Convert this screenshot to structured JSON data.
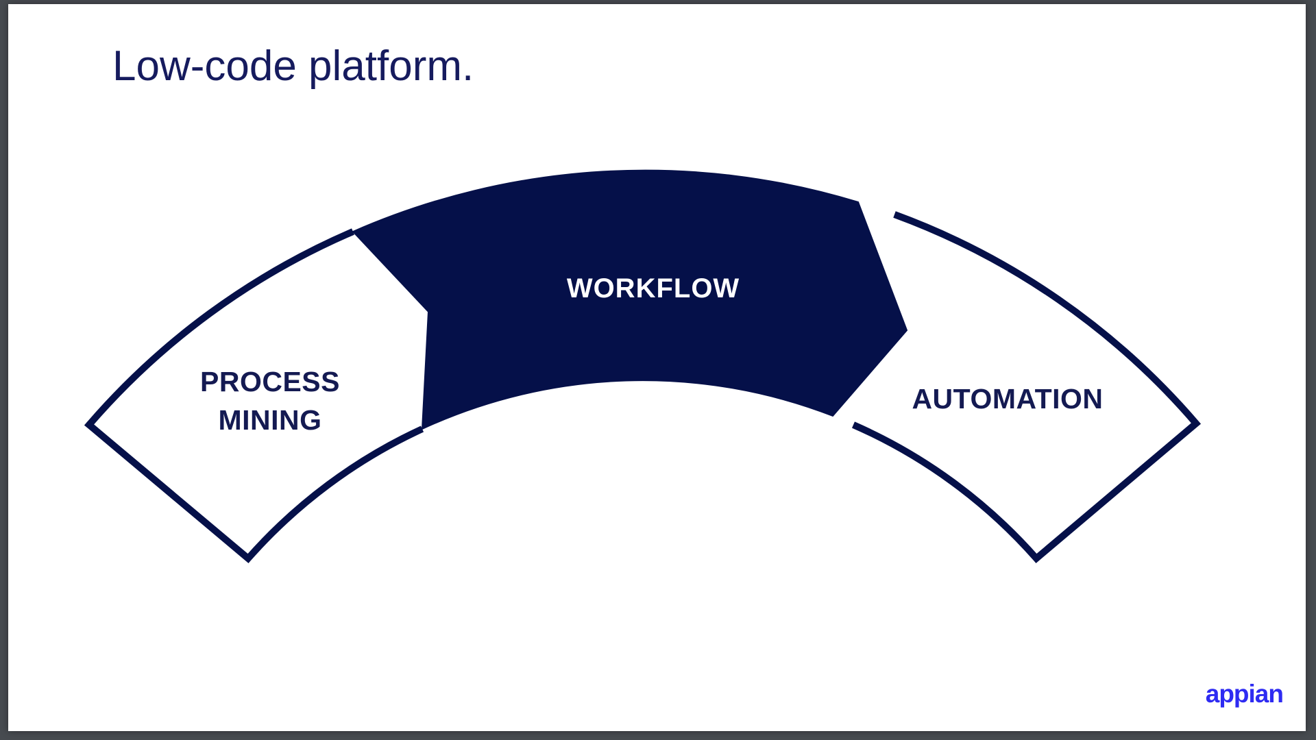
{
  "viewer": {
    "background_color": "#474b50"
  },
  "slide": {
    "background_color": "#ffffff",
    "title": "Low-code platform.",
    "title_color": "#161b5e"
  },
  "diagram": {
    "shape_color": "#051049",
    "outline_color": "#051049",
    "segments": [
      {
        "id": "process-mining",
        "label_lines": [
          "PROCESS",
          "MINING"
        ],
        "fill": "#ffffff",
        "text_color": "#141a52"
      },
      {
        "id": "workflow",
        "label_lines": [
          "WORKFLOW"
        ],
        "fill": "#051049",
        "text_color": "#ffffff"
      },
      {
        "id": "automation",
        "label_lines": [
          "AUTOMATION"
        ],
        "fill": "#ffffff",
        "text_color": "#141a52"
      }
    ]
  },
  "footer": {
    "logo_text": "appian",
    "logo_color": "#2e2bf2"
  }
}
